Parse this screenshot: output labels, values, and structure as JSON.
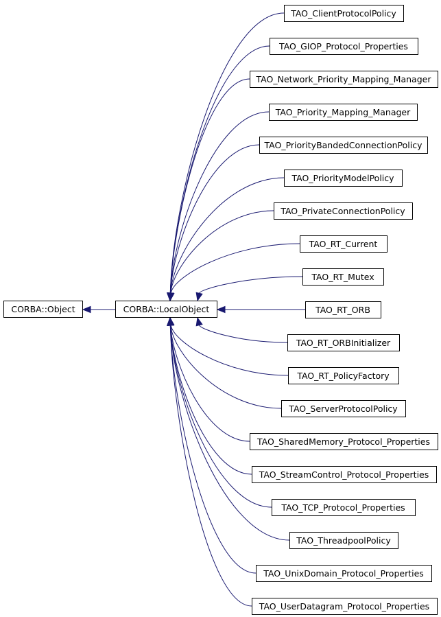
{
  "diagram": {
    "base": "CORBA::Object",
    "hub": "CORBA::LocalObject",
    "derived": [
      "TAO_ClientProtocolPolicy",
      "TAO_GIOP_Protocol_Properties",
      "TAO_Network_Priority_Mapping_Manager",
      "TAO_Priority_Mapping_Manager",
      "TAO_PriorityBandedConnectionPolicy",
      "TAO_PriorityModelPolicy",
      "TAO_PrivateConnectionPolicy",
      "TAO_RT_Current",
      "TAO_RT_Mutex",
      "TAO_RT_ORB",
      "TAO_RT_ORBInitializer",
      "TAO_RT_PolicyFactory",
      "TAO_ServerProtocolPolicy",
      "TAO_SharedMemory_Protocol_Properties",
      "TAO_StreamControl_Protocol_Properties",
      "TAO_TCP_Protocol_Properties",
      "TAO_ThreadpoolPolicy",
      "TAO_UnixDomain_Protocol_Properties",
      "TAO_UserDatagram_Protocol_Properties"
    ],
    "edge_color": "#191970"
  }
}
